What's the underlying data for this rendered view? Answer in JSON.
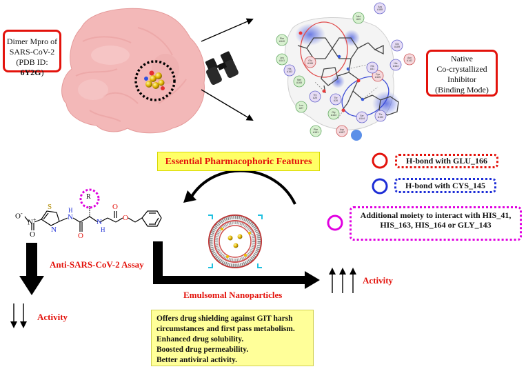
{
  "protein_box": {
    "line1": "Dimer Mpro of",
    "line2": "SARS-CoV-2",
    "line3_prefix": "(PDB ID: ",
    "line3_bold": "6Y2G",
    "line3_suffix": ")"
  },
  "native_box": {
    "line1": "Native",
    "line2": "Co-crystallized",
    "line3": "Inhibitor",
    "line4": "(Binding Mode)"
  },
  "pharmacophore_title": "Essential Pharmacophoric Features",
  "legend": {
    "glu": "H-bond with GLU_166",
    "cys": "H-bond with CYS_145",
    "his_line1": "Additional moiety to interact with HIS_41,",
    "his_line2": "HIS_163, HIS_164 or GLY_143",
    "colors": {
      "glu": "#e3120b",
      "cys": "#1d2dd6",
      "his": "#e000e0"
    }
  },
  "molecule": {
    "o_minus": "O",
    "minus": "-",
    "n_plus": "N",
    "plus": "+",
    "o_nitro": "O",
    "s": "S",
    "n_thiazole": "N",
    "nh1": "H",
    "n1": "N",
    "r_group": "R",
    "o_amide": "O",
    "nh2": "H",
    "n2": "N",
    "o_carbamate": "O",
    "o_ester": "O"
  },
  "labels": {
    "assay": "Anti-SARS-CoV-2  Assay",
    "activity_down": "Activity",
    "emulsomal": "Emulsomal Nanoparticles",
    "activity_up": "Activity"
  },
  "benefits": [
    "Offers drug shielding against GIT harsh",
    "circumstances and first pass metabolism.",
    "Enhanced drug solubility.",
    "Boosted drug permeability.",
    "Better antiviral activity."
  ],
  "residues": [
    "Met A49",
    "Arg A188",
    "Phe A140",
    "Leu A141",
    "Gln A189",
    "Asn A142",
    "His A163",
    "Met A165",
    "His A164",
    "Glu A166",
    "Cys A145",
    "His A41",
    "Thr A25",
    "Leu A27",
    "Thr A26",
    "Gly A143",
    "Ser A144",
    "Phe A181",
    "Asp A187",
    "Thr A190"
  ]
}
